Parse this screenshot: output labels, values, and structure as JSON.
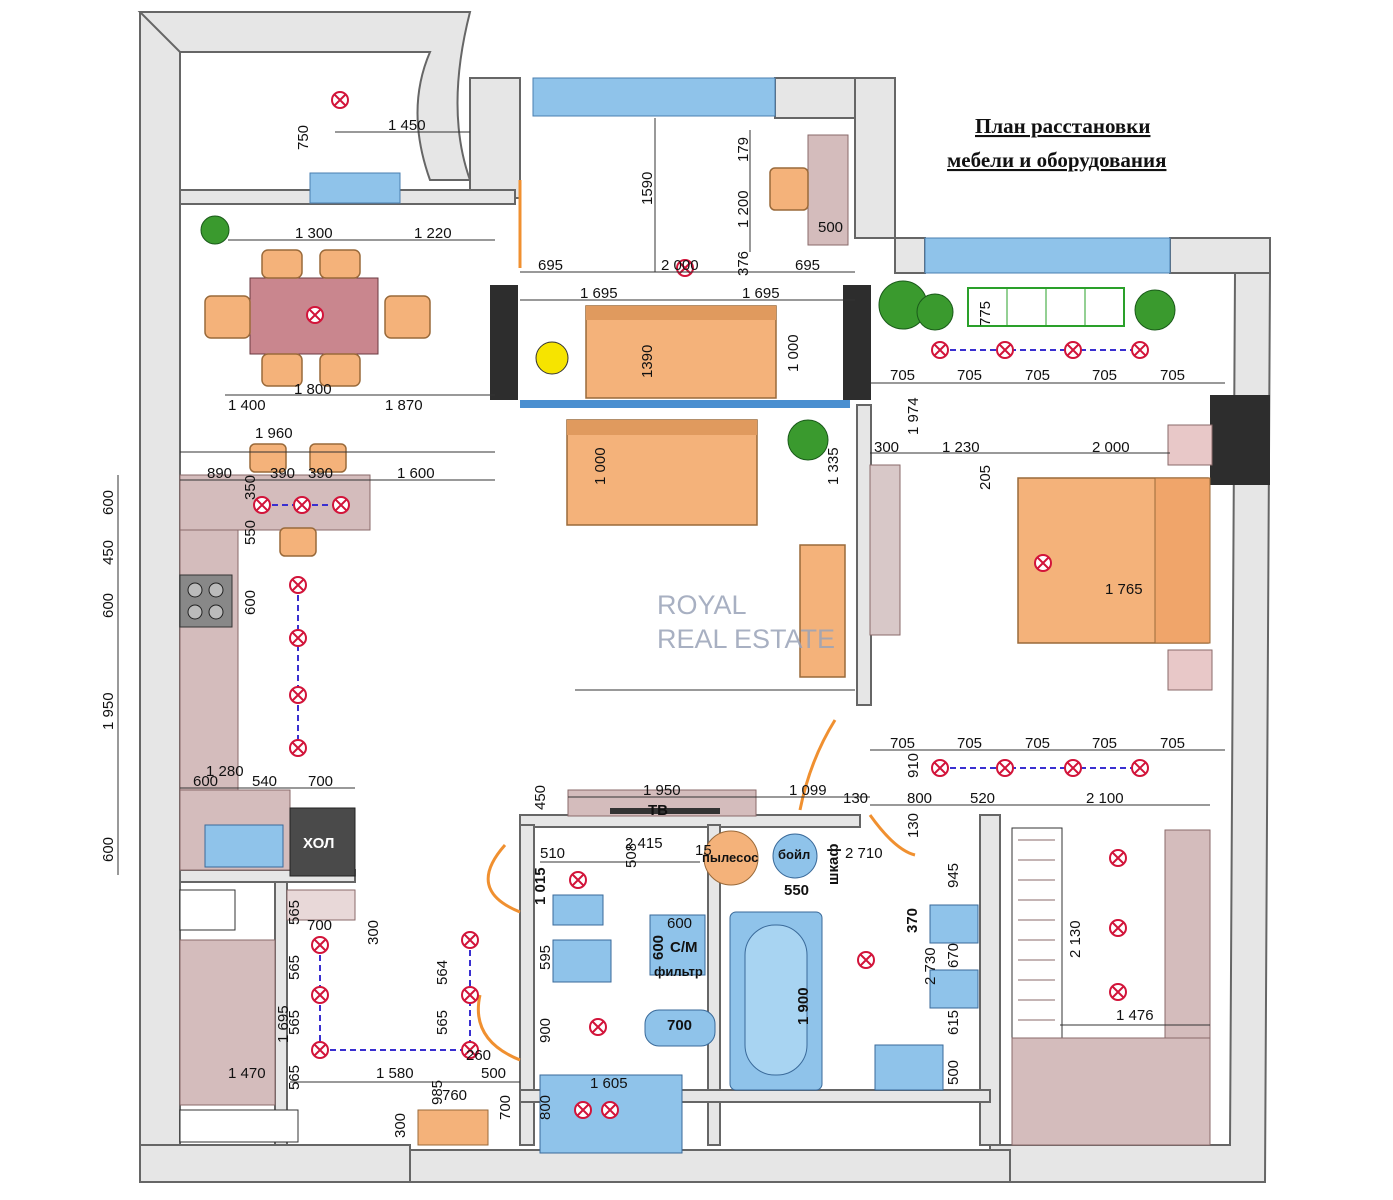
{
  "title": {
    "line1": "План расстановки",
    "line2": "мебели и оборудования"
  },
  "watermark": {
    "line1": "ROYAL",
    "line2": "REAL ESTATE"
  },
  "labels": {
    "tv": "ТВ",
    "fridge": "ХОЛ",
    "vacuum": "пылесос",
    "boiler": "бойл",
    "wardrobe": "шкаф",
    "washer": "С/М",
    "filter": "фильтр"
  },
  "dims": {
    "d750": "750",
    "d1450": "1 450",
    "d1590": "1590",
    "d179": "179",
    "d1200": "1 200",
    "d376": "376",
    "d500a": "500",
    "d1300": "1 300",
    "d1220": "1 220",
    "d695a": "695",
    "d2000a": "2 000",
    "d695b": "695",
    "d1695a": "1 695",
    "d1695b": "1 695",
    "d1390": "1390",
    "d1000a": "1 000",
    "d775": "775",
    "d1800": "1 800",
    "d1400": "1 400",
    "d1870": "1 870",
    "d705a": "705",
    "d705b": "705",
    "d705c": "705",
    "d705d": "705",
    "d705e": "705",
    "d1974": "1 974",
    "d1960": "1 960",
    "d1000b": "1 000",
    "d1335": "1 335",
    "d300a": "300",
    "d1230": "1 230",
    "d2000b": "2 000",
    "d890": "890",
    "d390a": "390",
    "d390b": "390",
    "d1600": "1 600",
    "d205": "205",
    "d600a": "600",
    "d350": "350",
    "d550a": "550",
    "d450a": "450",
    "d600b": "600",
    "d600c": "600",
    "d1765": "1 765",
    "d1950a": "1 950",
    "d705f": "705",
    "d705g": "705",
    "d705h": "705",
    "d705i": "705",
    "d705j": "705",
    "d910": "910",
    "d1280": "1 280",
    "d600d": "600",
    "d540": "540",
    "d700a": "700",
    "d1950b": "1 950",
    "d1099": "1 099",
    "d130a": "130",
    "d800a": "800",
    "d520": "520",
    "d2100": "2 100",
    "d450b": "450",
    "d2415": "2 415",
    "d510": "510",
    "d508": "508",
    "d15": "15",
    "d2710": "2 710",
    "d130b": "130",
    "d600e": "600",
    "d1015": "1 015",
    "d550b": "550",
    "d945": "945",
    "d565a": "565",
    "d700b": "700",
    "d300b": "300",
    "d600f": "600",
    "d600g": "600",
    "d370": "370",
    "d2130": "2 130",
    "d565b": "565",
    "d564": "564",
    "d595": "595",
    "d2730": "2 730",
    "d670": "670",
    "d1695c": "1 695",
    "d565c": "565",
    "d900": "900",
    "d700c": "700",
    "d1900": "1 900",
    "d615": "615",
    "d1476": "1 476",
    "d565d": "565",
    "d260": "260",
    "d1470": "1 470",
    "d1580": "1 580",
    "d500b": "500",
    "d565e": "565",
    "d1605": "1 605",
    "d500c": "500",
    "d985": "985",
    "d760": "760",
    "d800b": "800",
    "d700d": "700",
    "d300c": "300"
  },
  "colors": {
    "wall": "#e6e6e6",
    "furniture": "#f4b27a",
    "table": "#c9868e",
    "cabinet": "#d4bcbc",
    "window": "#8fc3ea",
    "plant": "#3a9a2e",
    "lamp": "#d2143a",
    "wiring": "#3a2fd0"
  }
}
